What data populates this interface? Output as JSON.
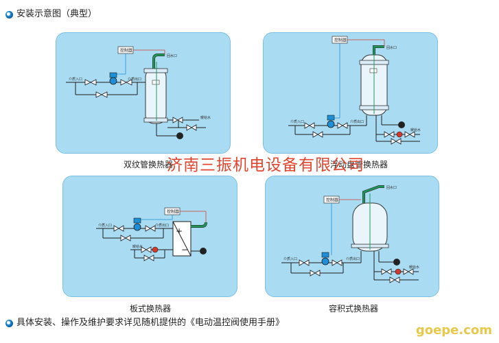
{
  "header": {
    "title": "安装示意图（典型）"
  },
  "panels": [
    {
      "caption": "双纹管换热器",
      "controller": "控制器",
      "inlet": "介质入口",
      "outlet": "介质出口",
      "loop_out": "回水口",
      "supply": "暖给水"
    },
    {
      "caption": "浮动盘管换热器",
      "controller": "控制器",
      "inlet": "介质入口",
      "outlet": "介质出口",
      "loop_out": "回水口",
      "supply": "暖给水"
    },
    {
      "caption": "板式换热器",
      "controller": "控制器",
      "inlet": "介质入口",
      "outlet": "介质出口",
      "supply": "暖给水"
    },
    {
      "caption": "容积式换热器",
      "controller": "控制器",
      "inlet": "介质入口",
      "outlet": "介质出口",
      "loop_out": "回水口",
      "supply": "暖给水"
    }
  ],
  "footer": {
    "note": "具体安装、操作及维护要求详见随机提供的《电动温控阀使用手册》"
  },
  "watermark": {
    "company": "济南三振机电设备有限公司",
    "site": "goepe.com"
  },
  "colors": {
    "panel": "#a9dcf2",
    "pipe": "#1a1a1a",
    "signal": "#d43a2c",
    "probe": "#1b9a5a",
    "accent": "#1e8fd6"
  }
}
